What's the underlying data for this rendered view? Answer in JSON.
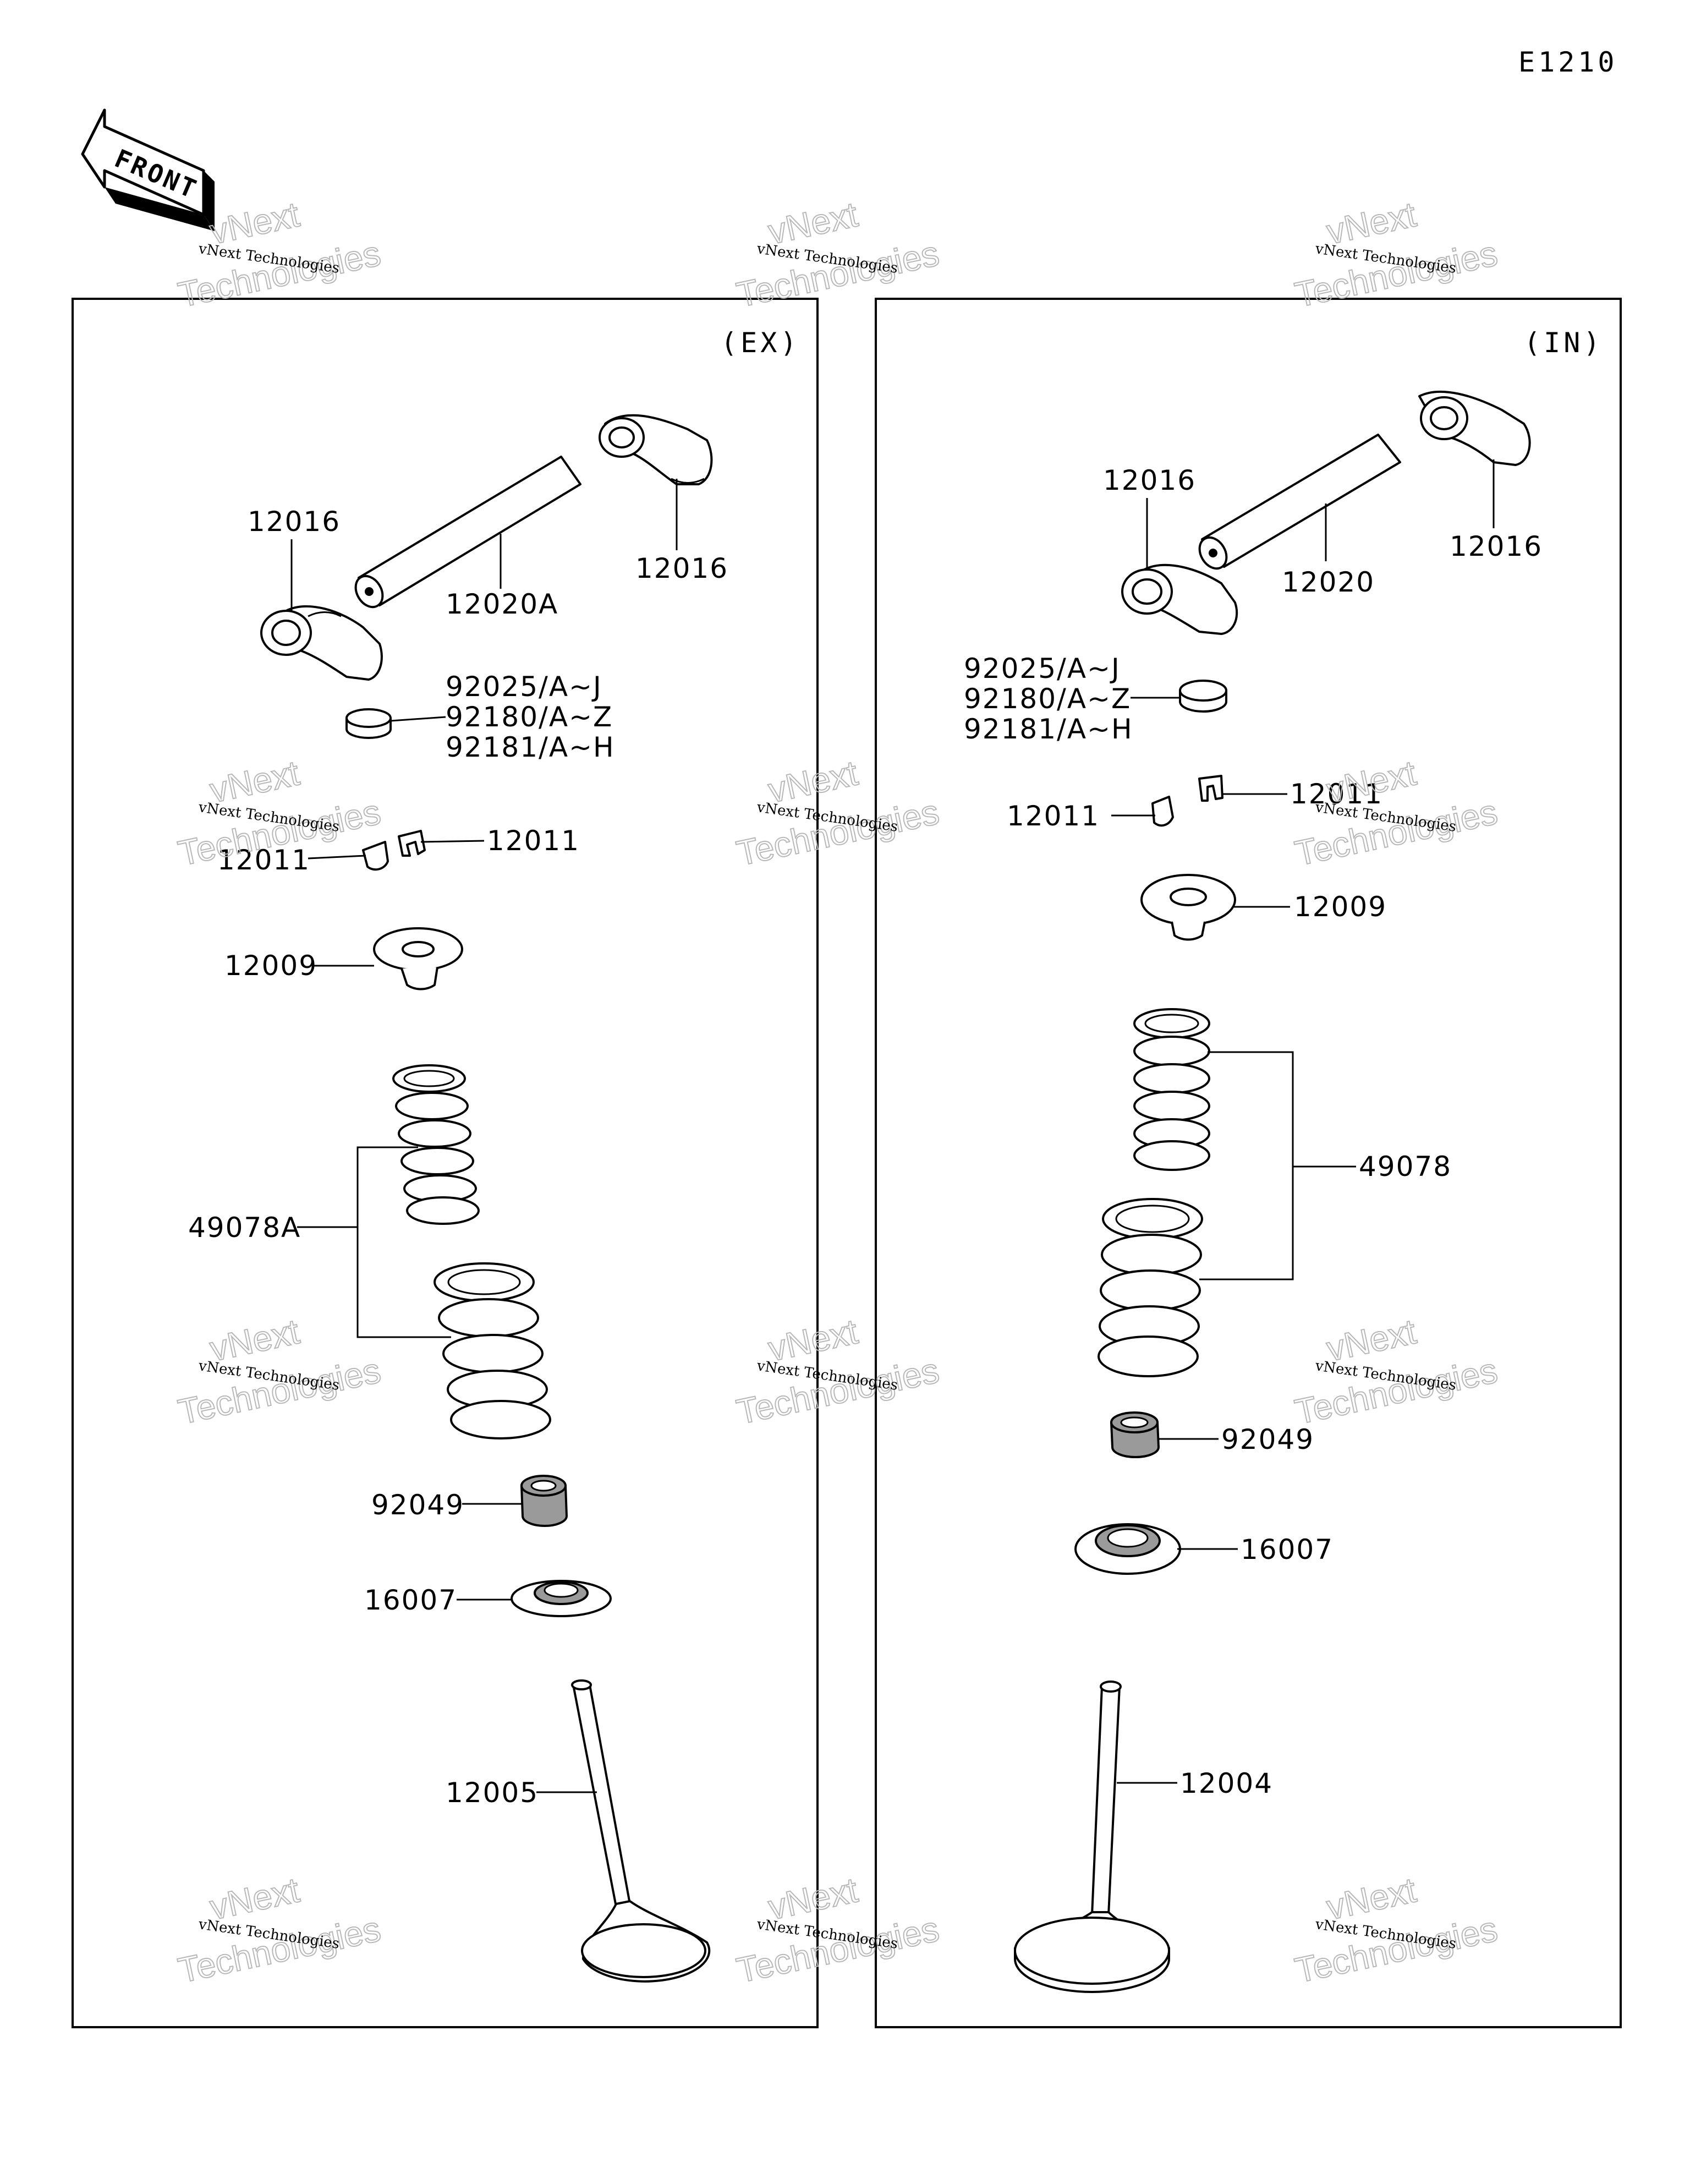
{
  "diagram_code": "E1210",
  "front_label": "FRONT",
  "panels": {
    "ex": {
      "title": "(EX)",
      "labels": {
        "rocker_arm_left": "12016",
        "rocker_shaft": "12020A",
        "rocker_arm_right": "12016",
        "shim_1": "92025/A~J",
        "shim_2": "92180/A~Z",
        "shim_3": "92181/A~H",
        "cotter_left": "12011",
        "cotter_right": "12011",
        "retainer": "12009",
        "spring_set": "49078A",
        "seal": "92049",
        "seat": "16007",
        "valve": "12005"
      }
    },
    "in": {
      "title": "(IN)",
      "labels": {
        "rocker_arm_left": "12016",
        "rocker_shaft": "12020",
        "rocker_arm_right": "12016",
        "shim_1": "92025/A~J",
        "shim_2": "92180/A~Z",
        "shim_3": "92181/A~H",
        "cotter_left": "12011",
        "cotter_right": "12011",
        "retainer": "12009",
        "spring_set": "49078",
        "seal": "92049",
        "seat": "16007",
        "valve": "12004"
      }
    }
  },
  "watermark": {
    "line1": "vNext Technologies",
    "line2": "vNext",
    "line3": "Technologies"
  }
}
